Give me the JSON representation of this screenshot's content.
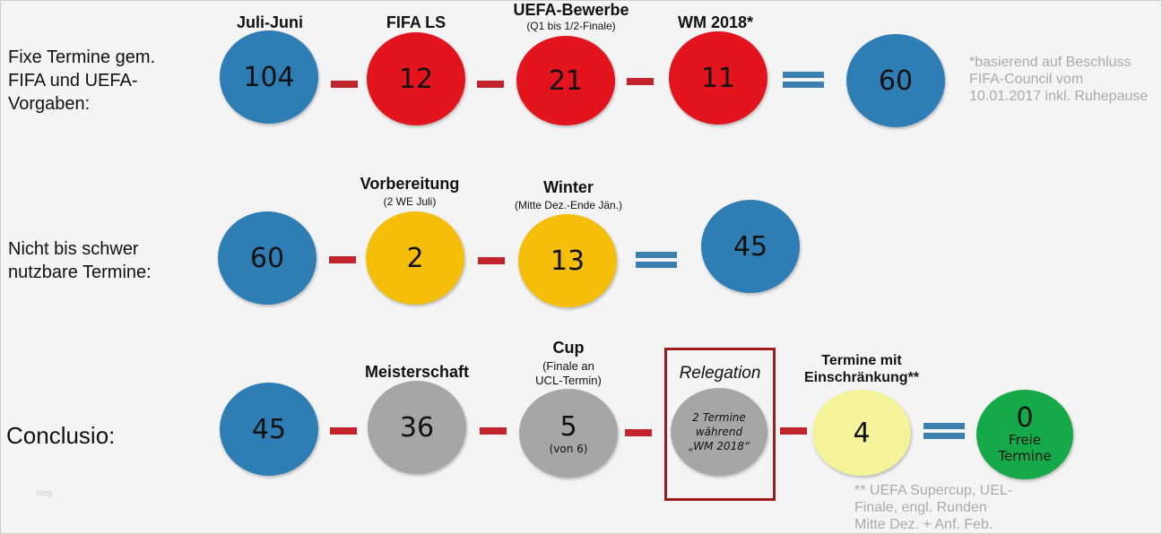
{
  "row1": {
    "label": "Fixe Termine gem.\nFIFA und UEFA-\nVorgaben:",
    "items": [
      {
        "title": "Juli-Juni",
        "value": "104"
      },
      {
        "title": "FIFA LS",
        "value": "12"
      },
      {
        "title": "UEFA-Bewerbe",
        "sub": "(Q1 bis 1/2-Finale)",
        "value": "21"
      },
      {
        "title": "WM 2018*",
        "value": "11"
      }
    ],
    "result": "60",
    "note": "*basierend auf Beschluss\nFIFA-Council vom\n10.01.2017 inkl. Ruhepause"
  },
  "row2": {
    "label": "Nicht bis schwer\nnutzbare Termine:",
    "items": [
      {
        "value": "60"
      },
      {
        "title": "Vorbereitung",
        "sub": "(2 WE Juli)",
        "value": "2"
      },
      {
        "title": "Winter",
        "sub": "(Mitte Dez.-Ende Jän.)",
        "value": "13"
      }
    ],
    "result": "45"
  },
  "row3": {
    "label": "Conclusio:",
    "items": [
      {
        "value": "45"
      },
      {
        "title": "Meisterschaft",
        "value": "36"
      },
      {
        "title": "Cup",
        "sub": "(Finale an\nUCL-Termin)",
        "value": "5",
        "value_sub": "(von 6)"
      },
      {
        "title": "Relegation",
        "value": "2 Termine\nwährend\n„WM 2018“"
      },
      {
        "title": "Termine mit\nEinschränkung**",
        "value": "4"
      }
    ],
    "result": "0",
    "result_sub": "Freie\nTermine",
    "note": "** UEFA Supercup, UEL-\nFinale, engl. Runden\nMitte Dez. + Anf. Feb."
  },
  "watermark": "blog",
  "colors": {
    "blue": "#2e7db5",
    "red": "#e3141e",
    "yellow": "#f5be0a",
    "gray": "#a6a6a6",
    "lightyellow": "#f5f39a",
    "green": "#16a94a"
  }
}
